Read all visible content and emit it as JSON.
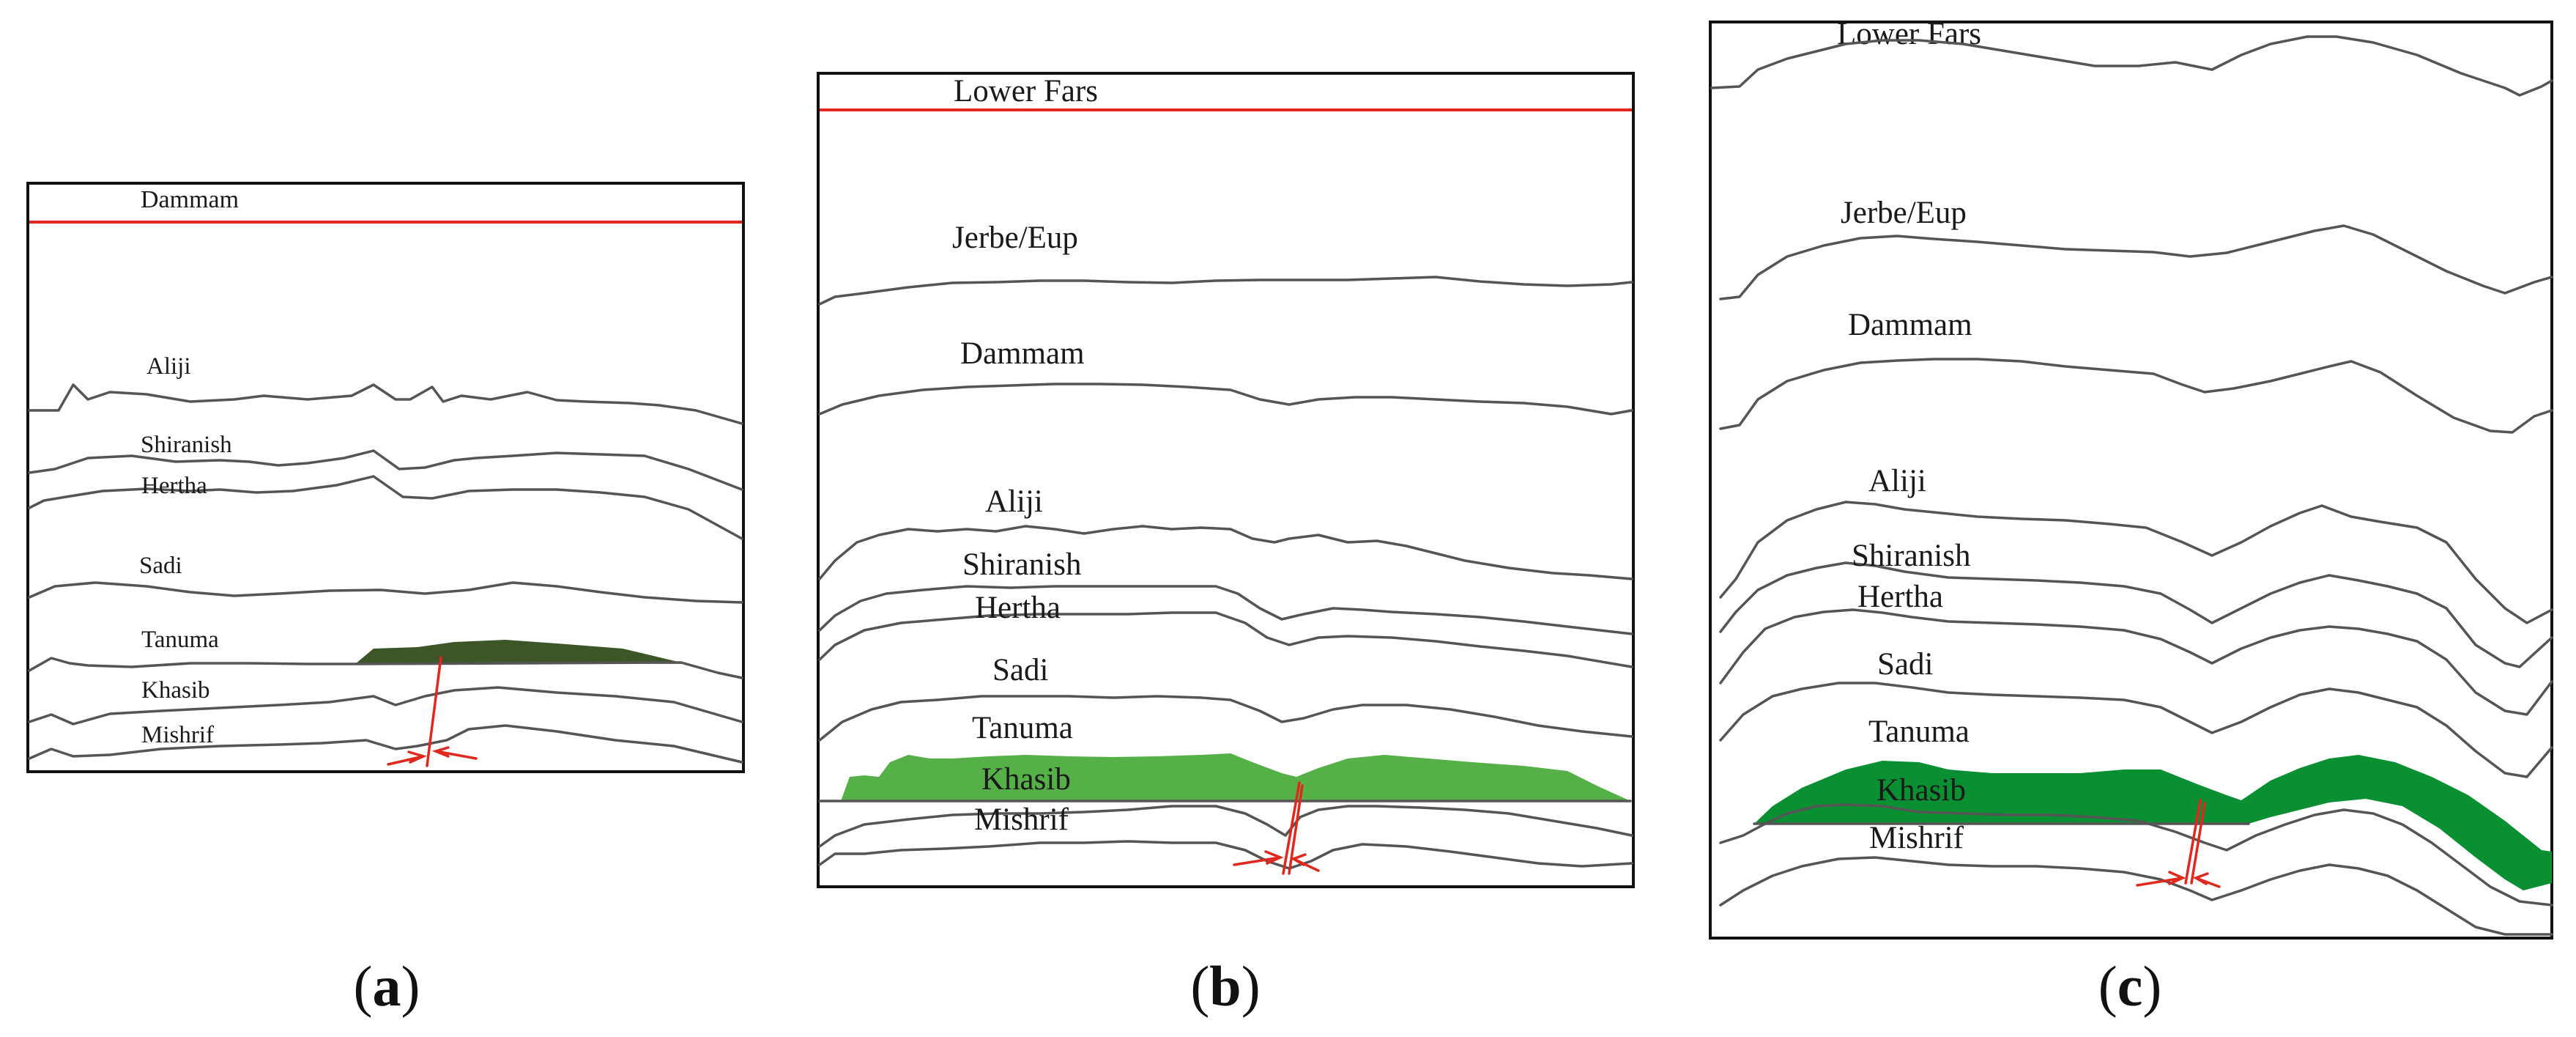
{
  "colors": {
    "horizon": "#555555",
    "reference_horizon": "#e0281e",
    "fault": "#e0281e",
    "reservoir_a": "#3d5628",
    "reservoir_b": "#55b048",
    "reservoir_c": "#0a8f33"
  },
  "panels": [
    {
      "id": "a",
      "caption": {
        "open": "(",
        "letter": "a",
        "close": ")"
      },
      "reference_label": "Dammam",
      "horizon_labels": [
        "Aliji",
        "Shiranish",
        "Hertha",
        "Sadi",
        "Tanuma",
        "Khasib",
        "Mishrif"
      ]
    },
    {
      "id": "b",
      "caption": {
        "open": "(",
        "letter": "b",
        "close": ")"
      },
      "reference_label": "Lower Fars",
      "horizon_labels": [
        "Jerbe/Eup",
        "Dammam",
        "Aliji",
        "Shiranish",
        "Hertha",
        "Sadi",
        "Tanuma",
        "Khasib",
        "Mishrif"
      ]
    },
    {
      "id": "c",
      "caption": {
        "open": "(",
        "letter": "c",
        "close": ")"
      },
      "reference_label": "Lower Fars",
      "horizon_labels": [
        "Jerbe/Eup",
        "Dammam",
        "Aliji",
        "Shiranish",
        "Hertha",
        "Sadi",
        "Tanuma",
        "Khasib",
        "Mishrif"
      ]
    }
  ]
}
